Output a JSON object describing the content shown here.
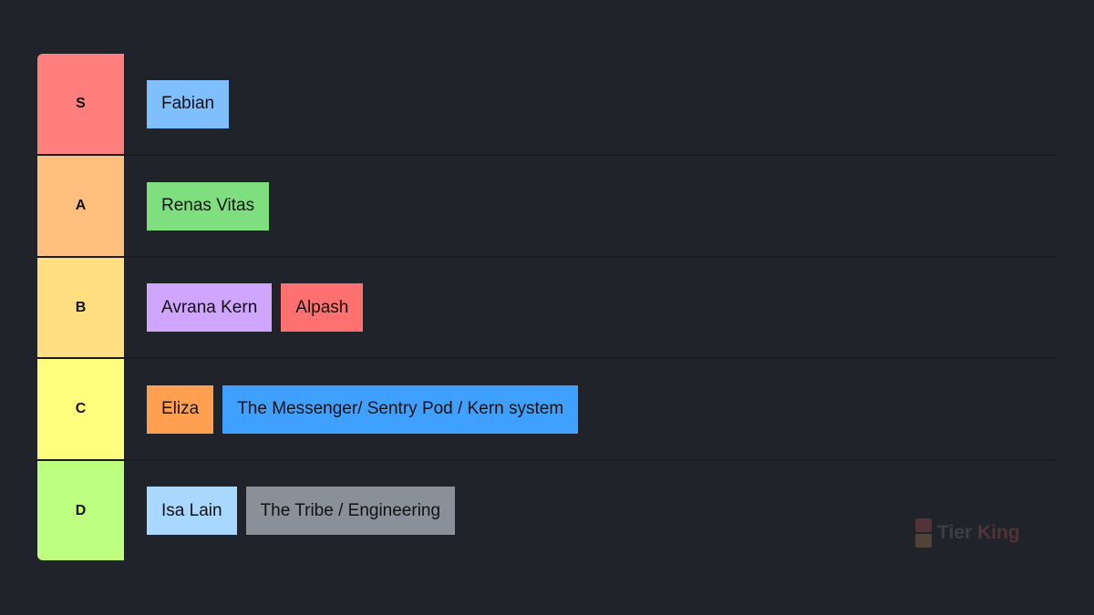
{
  "tiers": [
    {
      "label": "S",
      "color": "#ff7f7f",
      "items": [
        {
          "name": "Fabian",
          "color": "#7fbfff"
        }
      ]
    },
    {
      "label": "A",
      "color": "#ffbf7f",
      "items": [
        {
          "name": "Renas Vitas",
          "color": "#7fdf7f"
        }
      ]
    },
    {
      "label": "B",
      "color": "#ffdf7f",
      "items": [
        {
          "name": "Avrana Kern",
          "color": "#cfa5ff"
        },
        {
          "name": "Alpash",
          "color": "#ff7070"
        }
      ]
    },
    {
      "label": "C",
      "color": "#ffff7f",
      "items": [
        {
          "name": "Eliza",
          "color": "#ffa050"
        },
        {
          "name": "The Messenger/ Sentry Pod / Kern system",
          "color": "#3fa0ff"
        }
      ]
    },
    {
      "label": "D",
      "color": "#bfff7f",
      "items": [
        {
          "name": "Isa Lain",
          "color": "#a8d8ff"
        },
        {
          "name": "The Tribe / Engineering",
          "color": "#8a9099"
        }
      ]
    }
  ],
  "watermark": {
    "brand_part1": "Tier ",
    "brand_part2": "King",
    "icon": "tier-king-logo-icon"
  }
}
